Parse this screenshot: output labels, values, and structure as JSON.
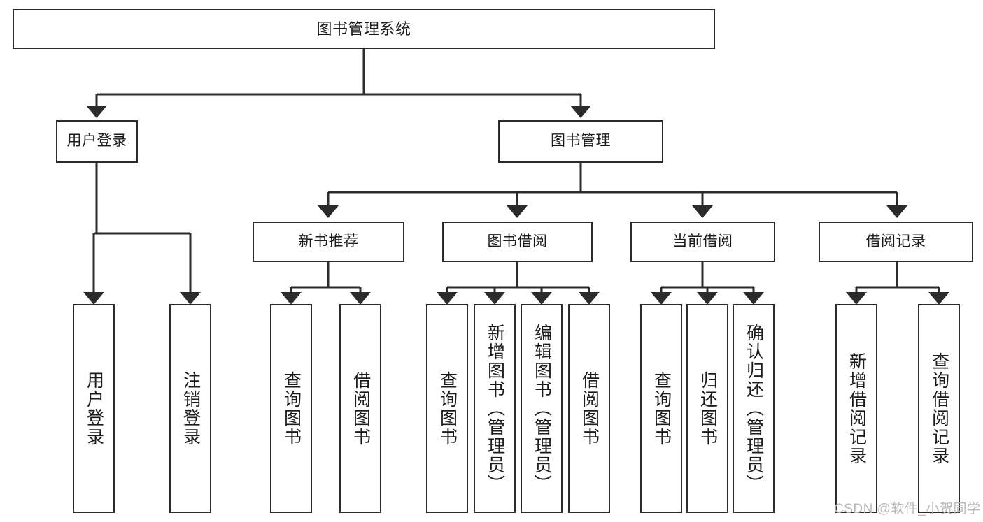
{
  "diagram": {
    "type": "hierarchy-tree",
    "title": "图书管理系统",
    "watermark": "CSDN @软件_小贺同学",
    "colors": {
      "box_border": "#2b2b2b",
      "box_fill": "#ffffff",
      "connector": "#2b2b2b",
      "text": "#1b1b1b",
      "watermark": "#b9b9b9"
    },
    "levels": {
      "root": {
        "label": "图书管理系统"
      },
      "level2": [
        {
          "label": "用户登录"
        },
        {
          "label": "图书管理"
        }
      ],
      "level3": [
        {
          "label": "新书推荐"
        },
        {
          "label": "图书借阅"
        },
        {
          "label": "当前借阅"
        },
        {
          "label": "借阅记录"
        }
      ],
      "leaves": {
        "user_login": [
          {
            "label": "用户登录"
          },
          {
            "label": "注销登录"
          }
        ],
        "new_book_recommend": [
          {
            "label": "查询图书"
          },
          {
            "label": "借阅图书"
          }
        ],
        "book_borrow": [
          {
            "label": "查询图书"
          },
          {
            "label": "新增图书（管理员）"
          },
          {
            "label": "编辑图书（管理员）"
          },
          {
            "label": "借阅图书"
          }
        ],
        "current_borrow": [
          {
            "label": "查询图书"
          },
          {
            "label": "归还图书"
          },
          {
            "label": "确认归还（管理员）"
          }
        ],
        "borrow_records": [
          {
            "label": "新增借阅记录"
          },
          {
            "label": "查询借阅记录"
          }
        ]
      }
    }
  }
}
